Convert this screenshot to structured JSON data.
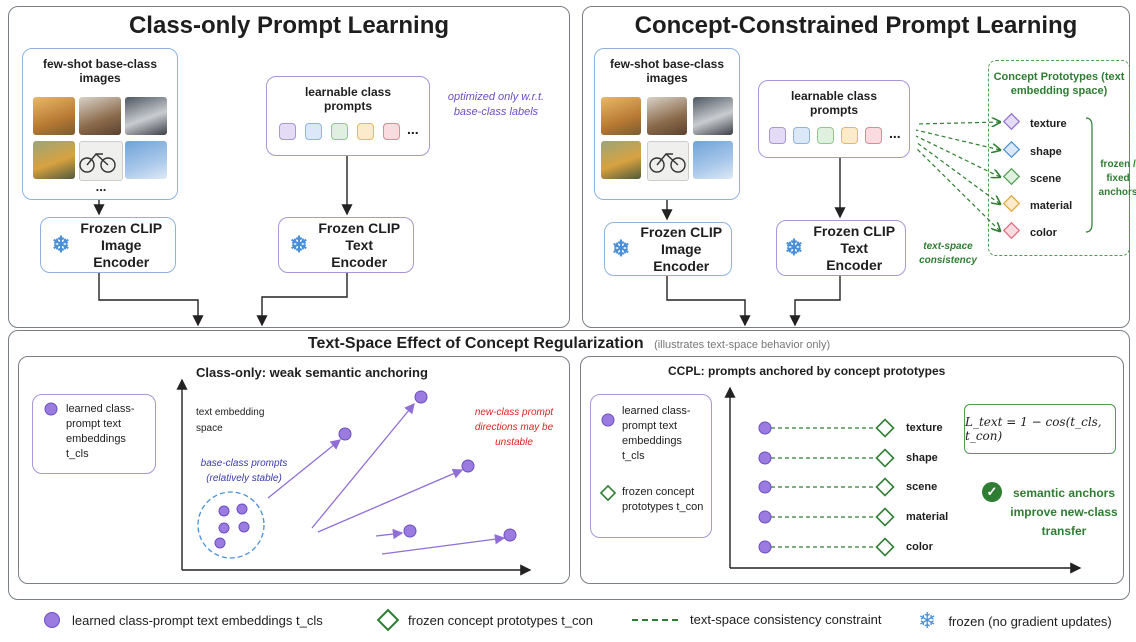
{
  "top_left": {
    "title": "Class-only Prompt Learning",
    "images_label": "few-shot base-class images",
    "images_ellipsis": "...",
    "prompts_label": "learnable class prompts",
    "prompts_ellipsis": "...",
    "note": "optimized only w.r.t. base-class labels",
    "image_encoder": "Frozen CLIP Image Encoder",
    "text_encoder": "Frozen CLIP Text Encoder"
  },
  "top_right": {
    "title": "Concept-Constrained Prompt Learning",
    "images_label": "few-shot base-class images",
    "prompts_label": "learnable class prompts",
    "prompts_ellipsis": "...",
    "image_encoder": "Frozen CLIP Image Encoder",
    "text_encoder": "Frozen CLIP Text Encoder",
    "consistency_note": "text-space consistency",
    "prototypes_title": "Concept Prototypes (text embedding space)",
    "prototypes": [
      "texture",
      "shape",
      "scene",
      "material",
      "color"
    ],
    "anchors_label": "frozen / fixed anchors"
  },
  "bottom": {
    "title": "Text-Space Effect of Concept Regularization",
    "subtitle": "(illustrates text-space behavior only)",
    "left": {
      "title": "Class-only: weak semantic anchoring",
      "legend_text": "learned class-prompt text embeddings t_cls",
      "axis_label": "text embedding space",
      "base_note": "base-class prompts (relatively stable)",
      "new_note": "new-class prompt directions may be unstable"
    },
    "right": {
      "title": "CCPL: prompts anchored by concept prototypes",
      "legend_learned": "learned class-prompt text embeddings t_cls",
      "legend_frozen": "frozen concept prototypes t_con",
      "concepts": [
        "texture",
        "shape",
        "scene",
        "material",
        "color"
      ],
      "formula": "L_text = 1 − cos(t_cls, t_con)",
      "result": "semantic anchors improve new-class transfer"
    }
  },
  "legend": {
    "learned": "learned class-prompt text embeddings t_cls",
    "frozen": "frozen concept prototypes t_con",
    "consistency": "text-space consistency constraint",
    "frozen_note": "frozen (no gradient updates)"
  },
  "colors": {
    "purple": "#8f6fd6",
    "blue": "#4a90d9",
    "green": "#2e7d32",
    "red": "#e02020",
    "prompt_tokens": [
      "#c9b8ee",
      "#b9d3f2",
      "#bfe3bf",
      "#f6d59a",
      "#f3b9c0"
    ]
  }
}
